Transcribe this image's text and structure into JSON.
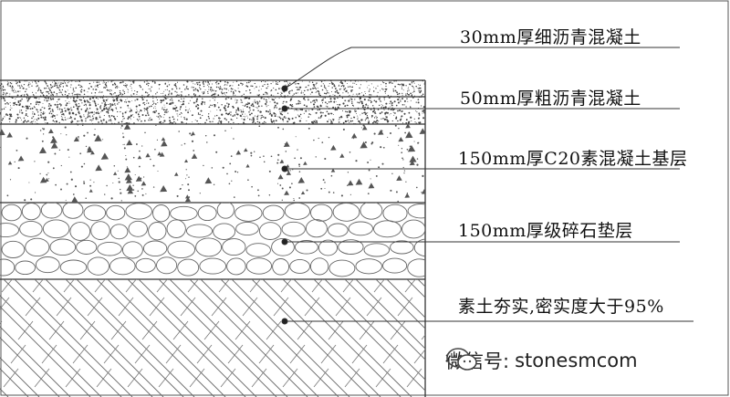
{
  "layers": [
    {
      "label": "30mm厚细沥青混凝土"
    },
    {
      "label": "50mm厚粗沥青混凝土"
    },
    {
      "label": "150mm厚C20素混凝土基层"
    },
    {
      "label": "150mm厚级碎石垫层"
    },
    {
      "label": "素土夯实,密实度大于95%"
    }
  ],
  "watermark": {
    "prefix": "微信号:",
    "account": "stonesmcom",
    "icon": "wechat-icon"
  },
  "colors": {
    "stroke": "#333333",
    "text": "#111111"
  }
}
